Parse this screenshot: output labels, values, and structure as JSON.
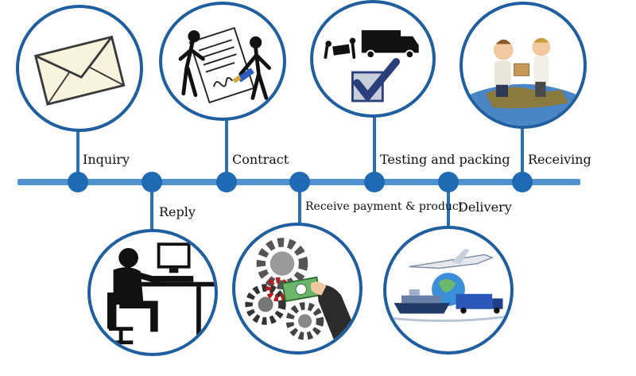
{
  "steps": {
    "inquiry": "Inquiry",
    "reply": "Reply",
    "contract": "Contract",
    "receive_payment": "Receive payment & product",
    "testing_packing": "Testing and packing",
    "delivery": "Delivery",
    "receiving": "Receiving"
  },
  "colors": {
    "timeline": "#4f92cf",
    "node": "#1f6bb3",
    "circle_border": "#1f5f9f"
  },
  "icons": {
    "inquiry": "envelope-icon",
    "reply": "operator-at-computer-icon",
    "contract": "signing-contract-icon",
    "receive_payment": "gears-and-money-icon",
    "testing_packing": "truck-loading-checkmark-icon",
    "delivery": "plane-ship-truck-globe-icon",
    "receiving": "handshake-globe-icon"
  }
}
